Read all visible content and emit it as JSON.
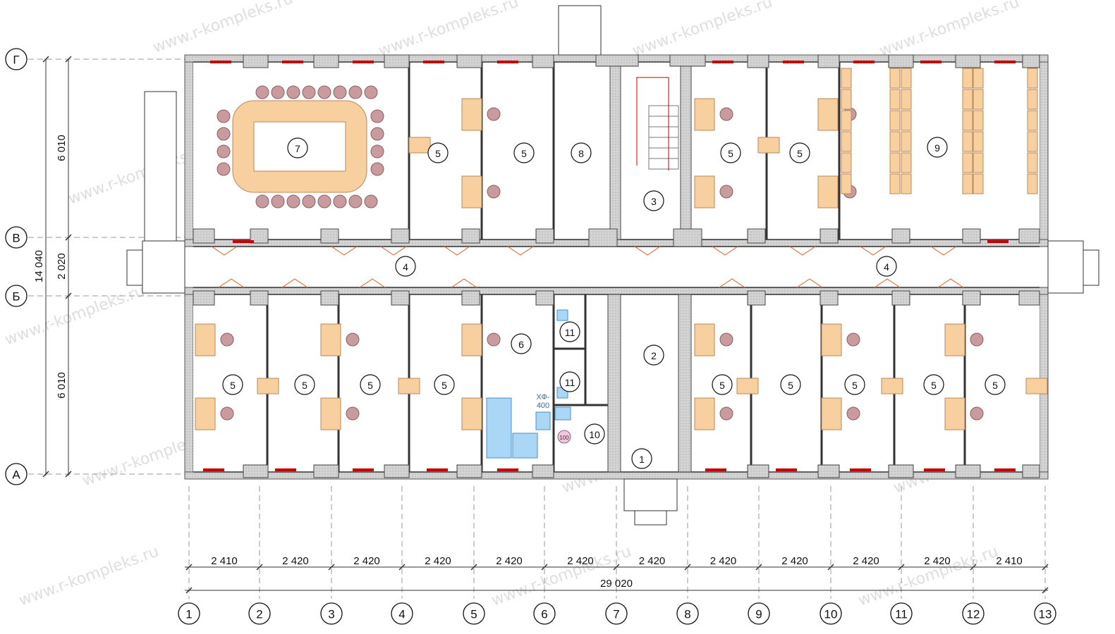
{
  "axes_rows": [
    "Г",
    "В",
    "Б",
    "А"
  ],
  "axes_cols": [
    "1",
    "2",
    "3",
    "4",
    "5",
    "6",
    "7",
    "8",
    "9",
    "10",
    "11",
    "12",
    "13"
  ],
  "dims_bottom": [
    "2 410",
    "2 420",
    "2 420",
    "2 420",
    "2 420",
    "2 420",
    "2 420",
    "2 420",
    "2 420",
    "2 420",
    "2 420",
    "2 410"
  ],
  "dim_total": "29 020",
  "dims_left": {
    "top": "6 010",
    "mid": "2 020",
    "bottom": "6 010",
    "total": "14 040"
  },
  "rooms": {
    "r1": "1",
    "r2": "2",
    "r3": "3",
    "r4a": "4",
    "r4b": "4",
    "r5": "5",
    "r6": "6",
    "r7": "7",
    "r8": "8",
    "r9": "9",
    "r10": "10",
    "r11a": "11",
    "r11b": "11"
  },
  "equipment_label_1": "ХФ-",
  "equipment_label_2": "400",
  "tank_label": "100",
  "watermark": "www.r-kompleks.ru",
  "colors": {
    "wall": "#cfcfcf",
    "furniture": "#f8cf9e",
    "chair": "#c99a9e",
    "window": "#c40000",
    "door": "#e07a4a",
    "equipment": "#a9d7f5"
  }
}
